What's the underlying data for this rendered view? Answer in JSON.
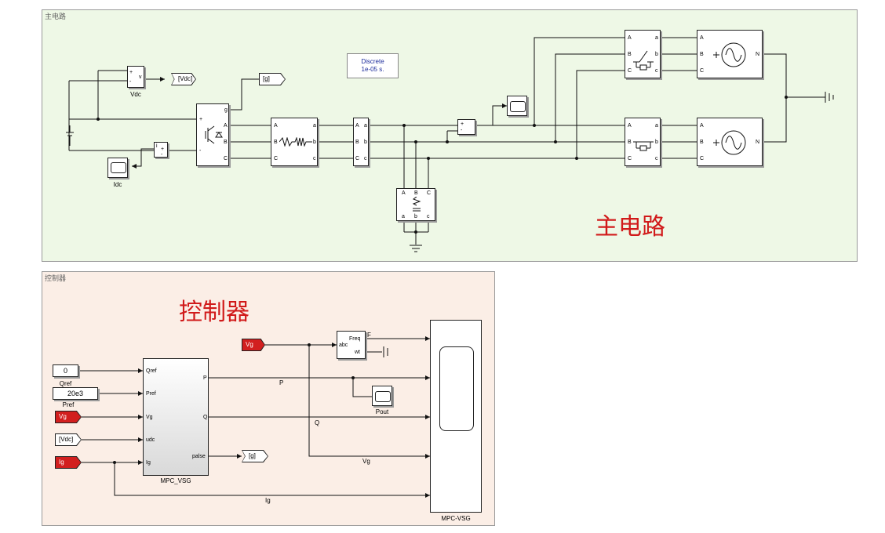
{
  "main_area": {
    "title": "主电路",
    "big_label": "主电路"
  },
  "ctrl_area": {
    "title": "控制器",
    "big_label": "控制器"
  },
  "powergui": {
    "line1": "Discrete",
    "line2": "1e-05 s."
  },
  "main_blocks": {
    "vdc_caption": "Vdc",
    "idc_caption": "Idc",
    "tag_vdc_out": "[Vdc]",
    "tag_g_in": "[g]",
    "vm_plus": "+",
    "vm_minus": "-",
    "vm_v": "v",
    "im_i": "i",
    "im_plus": "+",
    "im_minus": "-",
    "port_A": "A",
    "port_B": "B",
    "port_C": "C",
    "port_a": "a",
    "port_b": "b",
    "port_c": "c",
    "port_g": "g",
    "port_plus": "+",
    "port_minus": "-",
    "port_N": "N"
  },
  "ctrl_blocks": {
    "qref_value": "0",
    "qref_caption": "Qref",
    "pref_value": "20e3",
    "pref_caption": "Pref",
    "tag_vg": "Vg",
    "tag_vdc": "[Vdc]",
    "tag_ig": "Ig",
    "tag_g_out": "[g]",
    "tag_vg_top": "Vg",
    "mpc_caption": "MPC_VSG",
    "mpc_in": [
      "Qref",
      "Pref",
      "Vg",
      "udc",
      "Ig"
    ],
    "mpc_out": [
      "P",
      "Q",
      "palse"
    ],
    "pll_abc": "abc",
    "pll_freq": "Freq",
    "pll_wt": "wt",
    "sig_F": "F",
    "sig_P": "P",
    "sig_Q": "Q",
    "sig_Vg": "Vg",
    "sig_Ig": "Ig",
    "pout_caption": "Pout",
    "scope_caption": "MPC-VSG"
  },
  "colors": {
    "main_bg": "#eef8e6",
    "ctrl_bg": "#fbeee6",
    "accent_red": "#d11a1a",
    "goto_red": "#d21f1f"
  }
}
